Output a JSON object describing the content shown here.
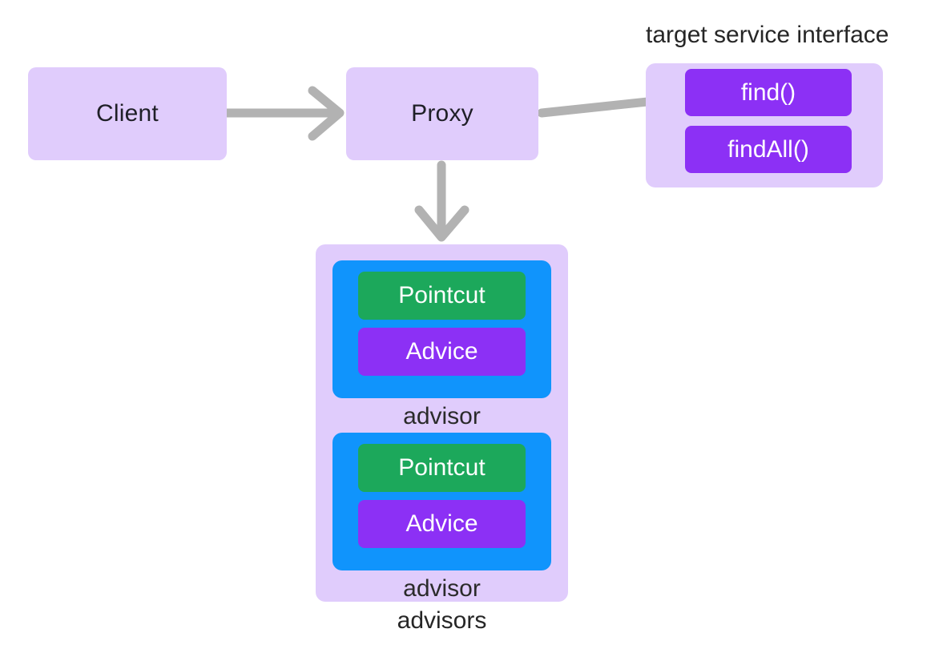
{
  "diagram": {
    "title_target_interface": "target service interface",
    "nodes": {
      "client": {
        "label": "Client"
      },
      "proxy": {
        "label": "Proxy"
      },
      "target_interface": {
        "caption": "target service interface",
        "methods": [
          {
            "label": "find()"
          },
          {
            "label": "findAll()"
          }
        ]
      },
      "advisors": {
        "caption": "advisors",
        "items": [
          {
            "caption": "advisor",
            "pointcut": "Pointcut",
            "advice": "Advice"
          },
          {
            "caption": "advisor",
            "pointcut": "Pointcut",
            "advice": "Advice"
          }
        ]
      }
    },
    "arrows": [
      {
        "name": "client-to-proxy",
        "from": "Client",
        "to": "Proxy"
      },
      {
        "name": "proxy-to-target-interface",
        "from": "Proxy",
        "to": "find()"
      },
      {
        "name": "proxy-to-advisors",
        "from": "Proxy",
        "to": "advisors"
      }
    ],
    "colors": {
      "lilac": "#e0ccfc",
      "violet": "#8c30f5",
      "green": "#1ca85b",
      "blue": "#1094fc",
      "arrow_gray": "#b2b2b2",
      "text_dark": "#262626",
      "background": "#ffffff"
    }
  }
}
